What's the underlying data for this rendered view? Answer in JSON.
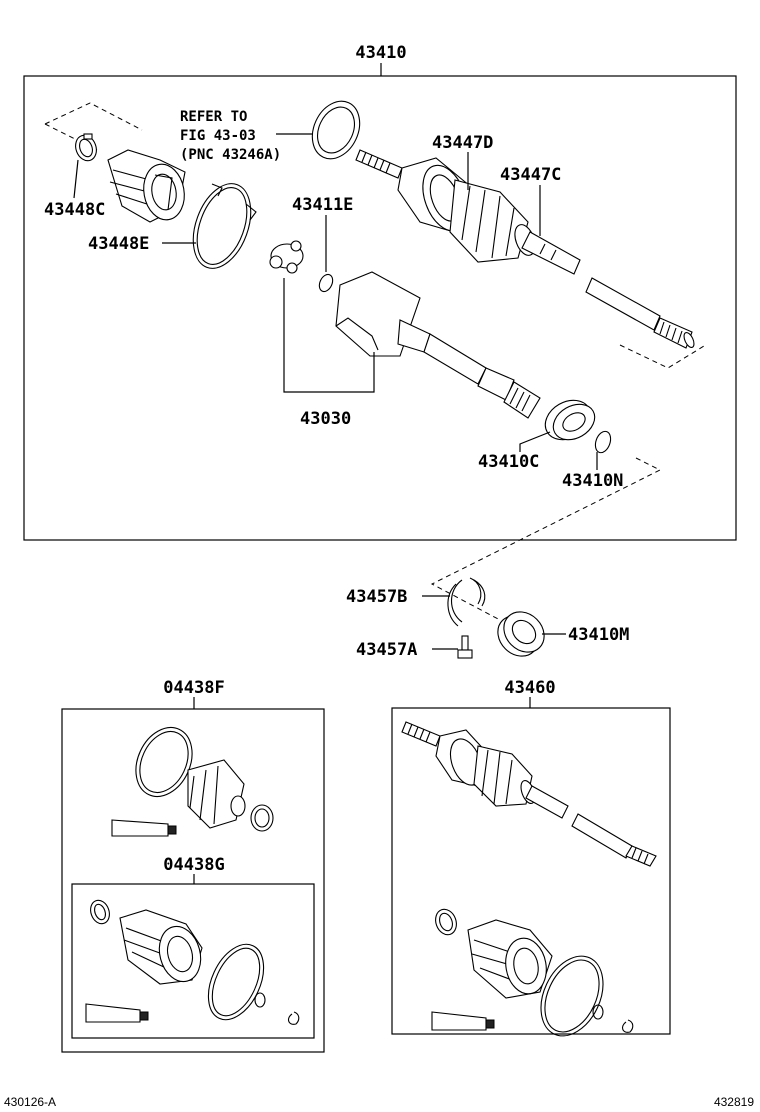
{
  "labels": {
    "assy": "43410",
    "boot_clamp_small": "43448C",
    "boot_clamp_large": "43448E",
    "refer_line1": "REFER TO",
    "refer_line2": "FIG 43-03",
    "refer_line3": "(PNC 43246A)",
    "outer_joint_d": "43447D",
    "outer_joint_c": "43447C",
    "snap_ring_e": "43411E",
    "inboard_joint": "43030",
    "bearing": "43410C",
    "snap_ring_n": "43410N",
    "hole_snap_ring": "43457B",
    "bracket_bolt": "43457A",
    "dust_seal": "43410M",
    "boot_kit_f": "04438F",
    "boot_kit_g": "04438G",
    "outboard_shaft": "43460"
  },
  "footer": {
    "left_code": "430126-A",
    "right_code": "432819"
  }
}
